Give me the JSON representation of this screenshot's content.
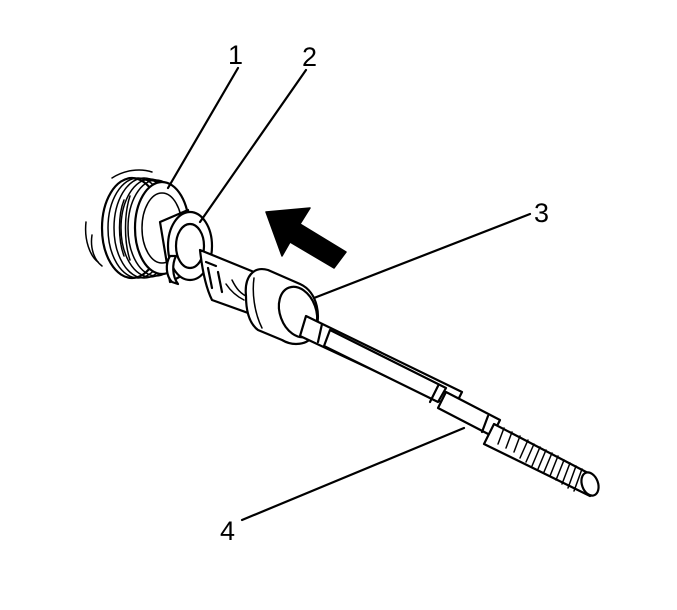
{
  "callouts": {
    "c1": "1",
    "c2": "2",
    "c3": "3",
    "c4": "4"
  },
  "colors": {
    "ink": "#000000",
    "paper": "#ffffff"
  },
  "icons": {
    "direction_arrow": "arrow-up-left-icon"
  }
}
